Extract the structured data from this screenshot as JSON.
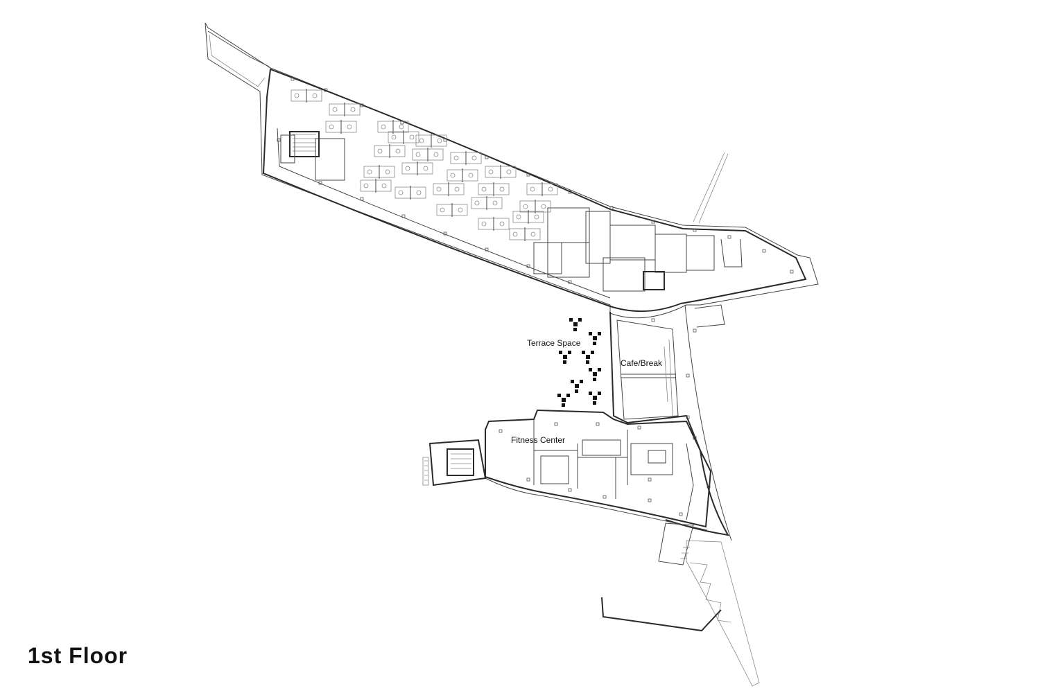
{
  "title": "1st Floor",
  "rooms": {
    "terrace": "Terrace Space",
    "cafe": "Cafe/Break",
    "fitness": "Fitness Center"
  },
  "icons": {
    "terrace_tables": "table-cluster-icon"
  }
}
